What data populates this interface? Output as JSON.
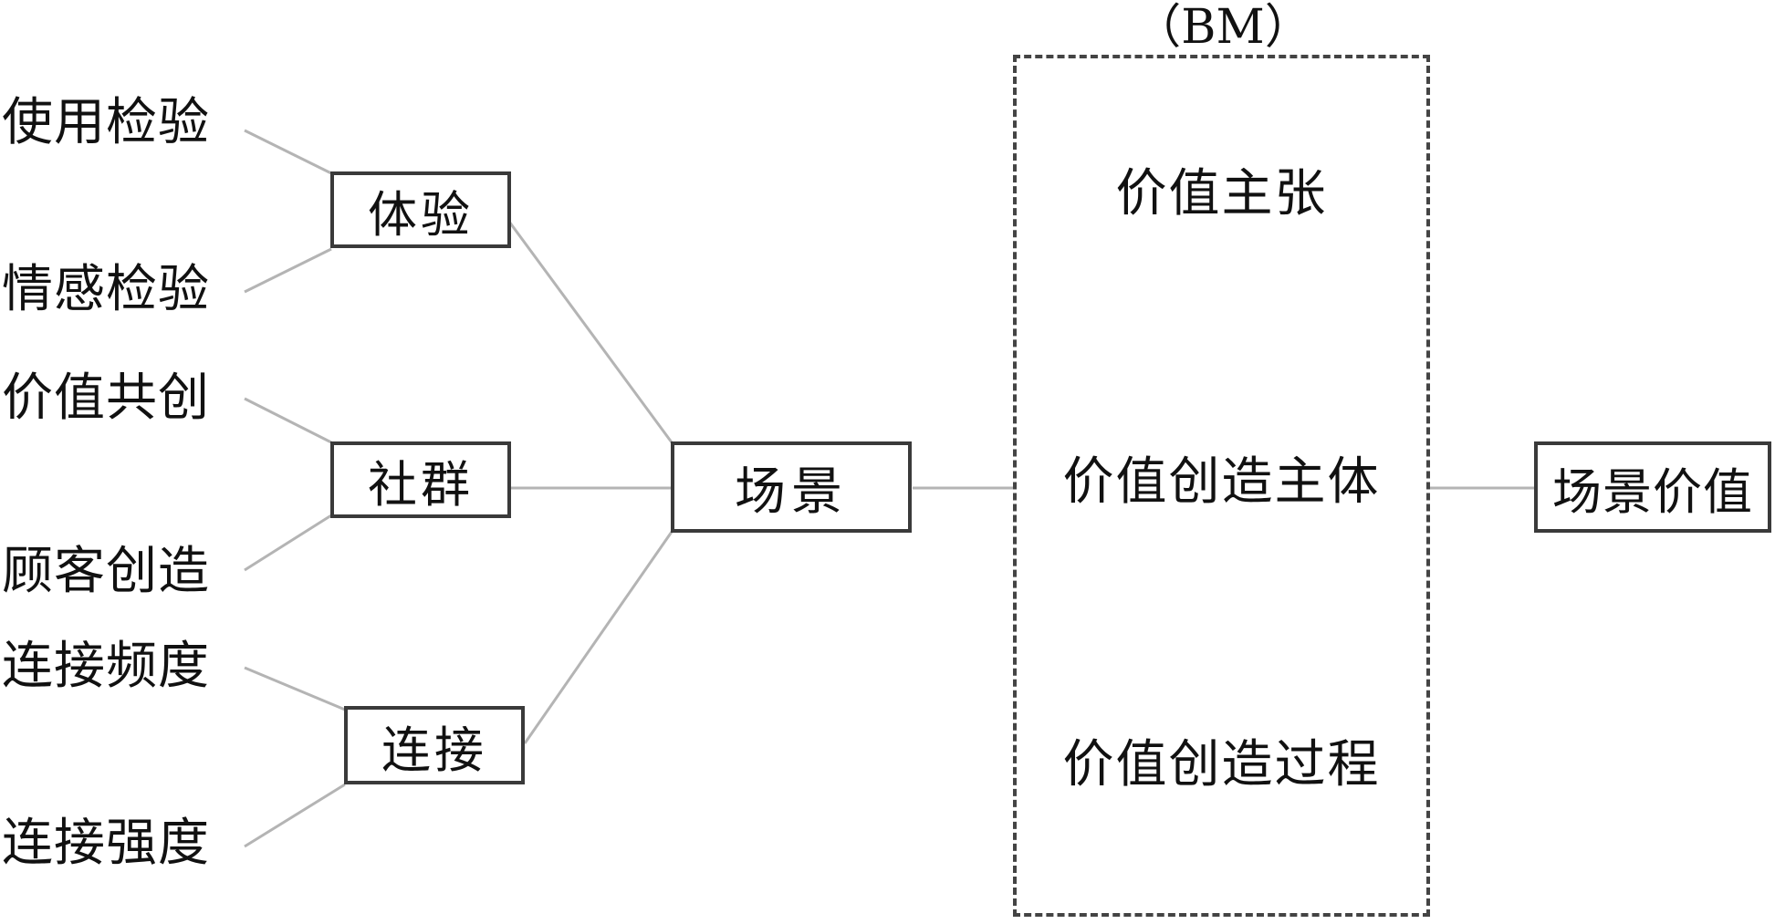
{
  "diagram": {
    "left_items": [
      "使用检验",
      "情感检验",
      "价值共创",
      "顾客创造",
      "连接频度",
      "连接强度"
    ],
    "dimensions": [
      "体验",
      "社群",
      "连接"
    ],
    "center": "场景",
    "bm_title": "（BM）",
    "bm_items": [
      "价值主张",
      "价值创造主体",
      "价值创造过程"
    ],
    "output": "场景价值",
    "colors": {
      "line": "#b4b4b4",
      "box_border": "#3a3a3a",
      "dashed_border": "#444444",
      "text": "#111111"
    }
  }
}
